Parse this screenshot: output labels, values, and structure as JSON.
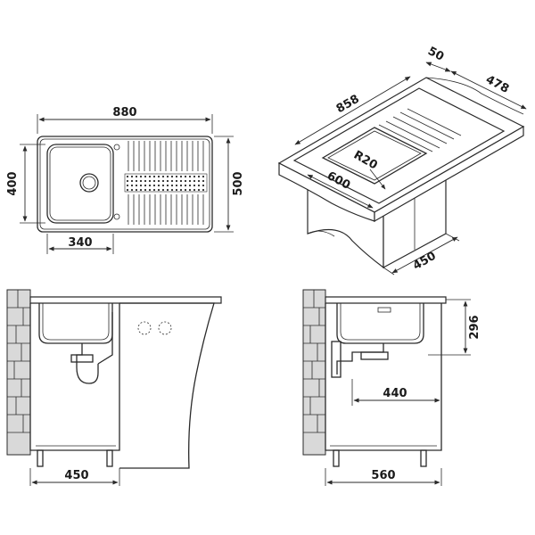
{
  "labels": {
    "top_width": "880",
    "top_height_outer": "500",
    "top_height_bowl": "400",
    "top_bowl_width": "340",
    "iso_length": "858",
    "iso_lip": "50",
    "iso_depth": "478",
    "iso_radius": "R20",
    "iso_bowl": "600",
    "iso_cabinet": "450",
    "front_cabinet": "450",
    "side_bowl_depth": "296",
    "side_drain": "440",
    "side_cabinet": "560"
  }
}
